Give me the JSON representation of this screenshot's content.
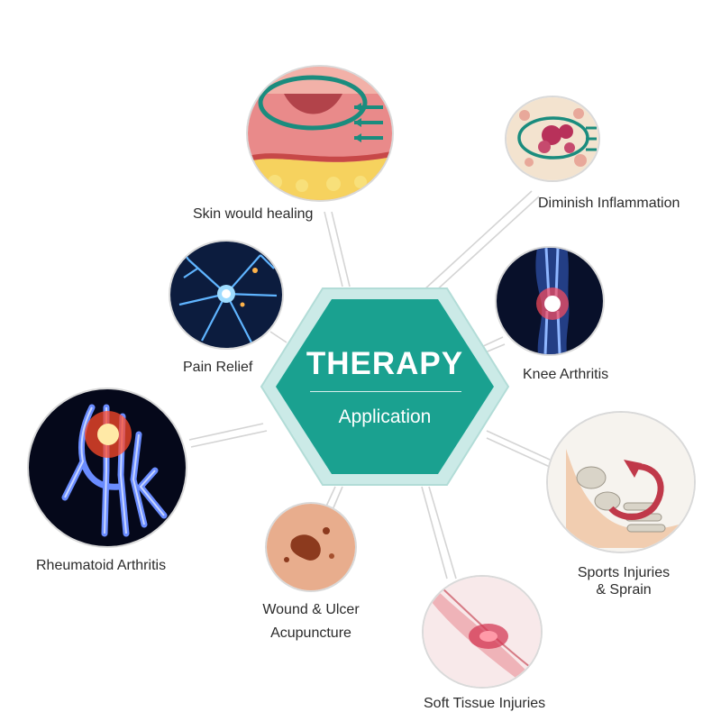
{
  "center": {
    "title": "THERAPY",
    "subtitle": "Application",
    "colors": {
      "fill": "#1aa190",
      "border": "#b9e3df",
      "text": "#ffffff"
    }
  },
  "applications": [
    {
      "id": "skin",
      "label": "Skin would healing",
      "icon": "skin-cross-section-icon"
    },
    {
      "id": "inflammation",
      "label": "Diminish Inflammation",
      "icon": "inflamed-cells-icon"
    },
    {
      "id": "pain",
      "label": "Pain Relief",
      "icon": "neuron-icon"
    },
    {
      "id": "knee",
      "label": "Knee Arthritis",
      "icon": "knee-joint-icon"
    },
    {
      "id": "rheumatoid",
      "label": "Rheumatoid Arthritis",
      "icon": "hand-xray-icon"
    },
    {
      "id": "sports",
      "label_lines": [
        "Sports Injuries",
        "& Sprain"
      ],
      "icon": "foot-bones-icon"
    },
    {
      "id": "wound",
      "label_lines": [
        "Wound & Ulcer",
        "Acupuncture"
      ],
      "icon": "skin-wound-icon"
    },
    {
      "id": "soft",
      "label": "Soft Tissue Injuries",
      "icon": "muscle-tissue-icon"
    }
  ]
}
